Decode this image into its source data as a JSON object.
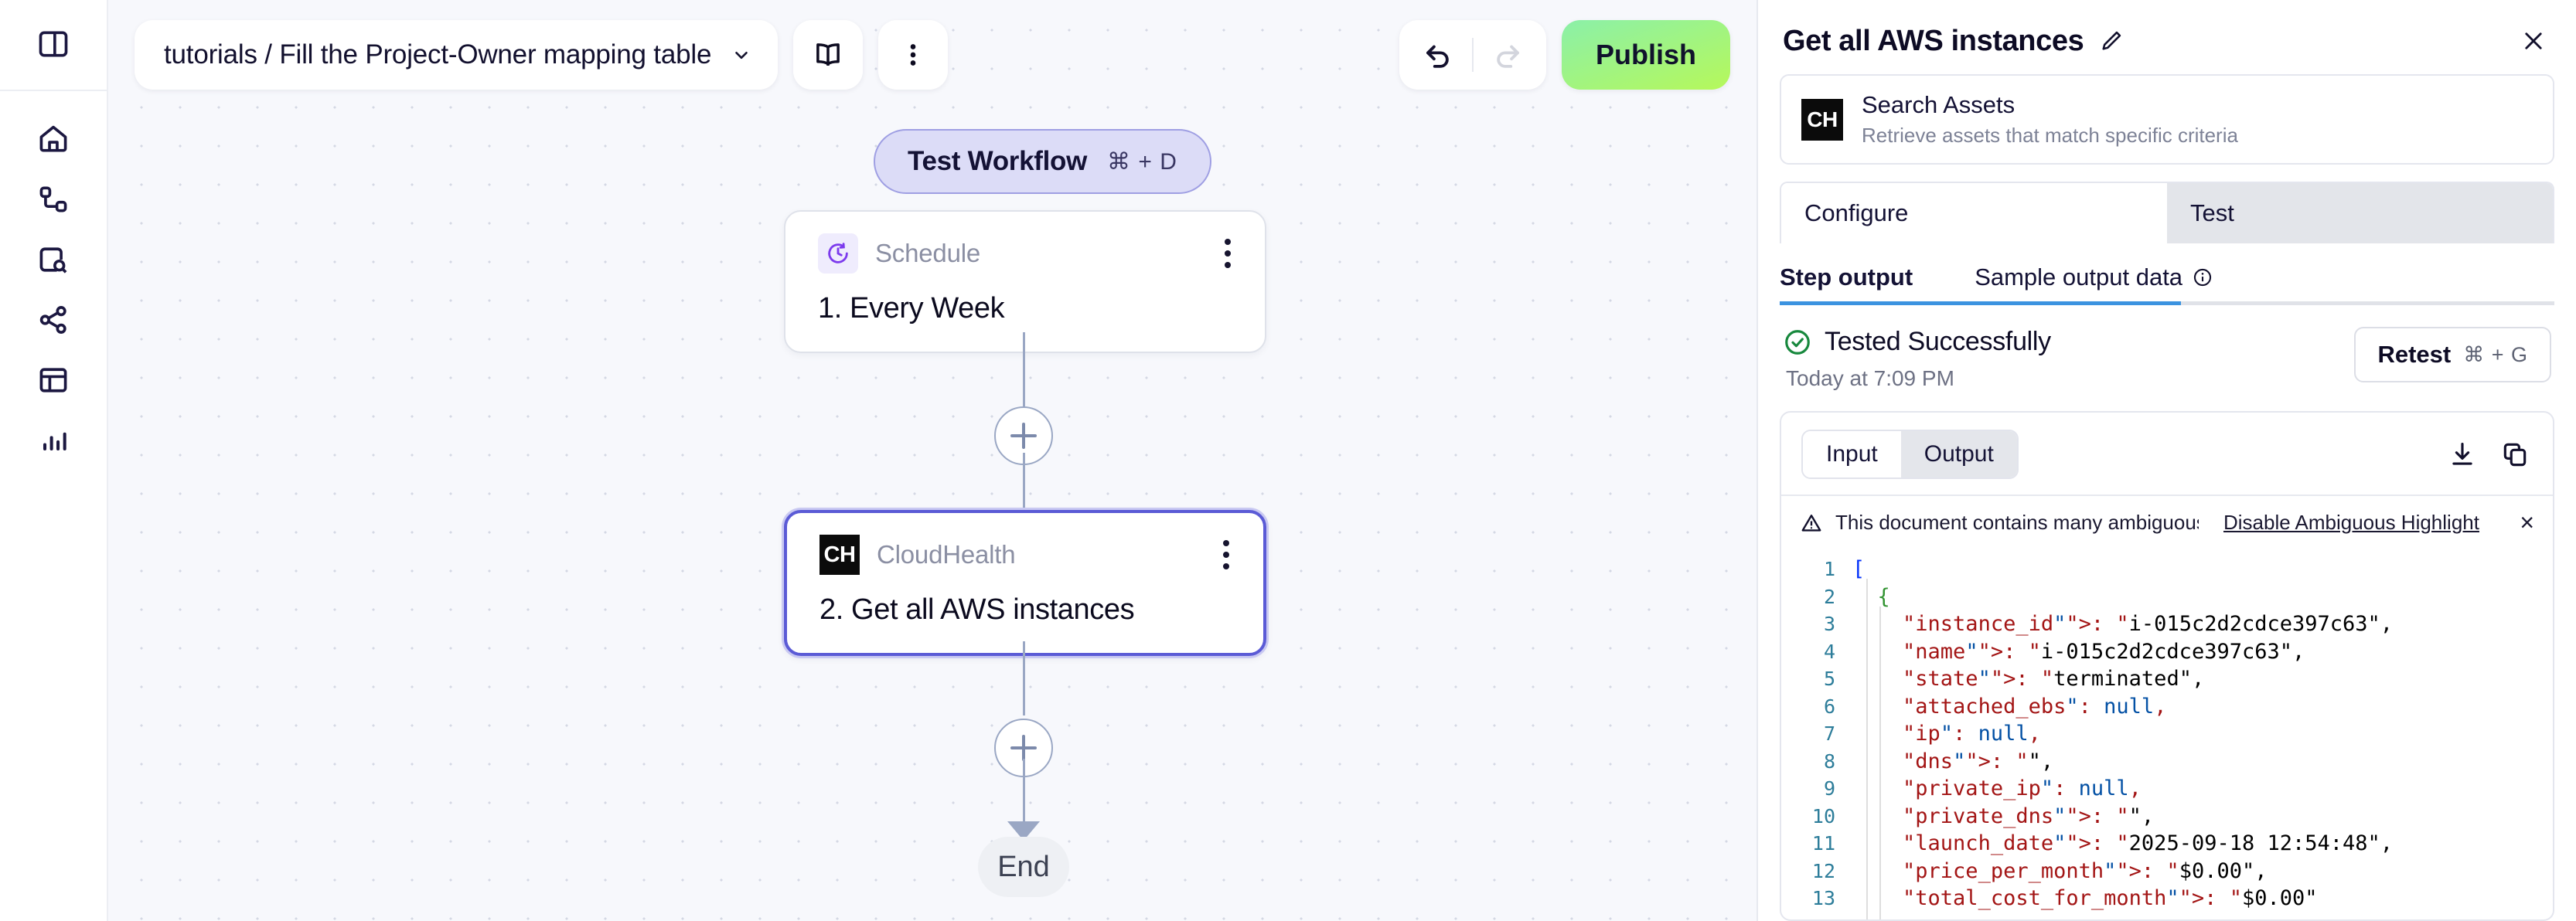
{
  "sidebar": {
    "toggle_icon": "panel-toggle-icon",
    "items": [
      {
        "name": "home",
        "icon": "home-icon"
      },
      {
        "name": "workflows",
        "icon": "nodes-icon"
      },
      {
        "name": "search-assets",
        "icon": "search-box-icon"
      },
      {
        "name": "share",
        "icon": "share-icon"
      },
      {
        "name": "tables",
        "icon": "table-icon"
      },
      {
        "name": "analytics",
        "icon": "bar-chart-icon"
      }
    ]
  },
  "toolbar": {
    "breadcrumb": "tutorials / Fill the Project-Owner mapping table",
    "chevron_icon": "chevron-down-icon",
    "book_icon": "book-icon",
    "more_icon": "more-vertical-icon",
    "undo_icon": "undo-icon",
    "redo_icon": "redo-icon",
    "publish_label": "Publish",
    "publish_color": "#b6f85a"
  },
  "canvas": {
    "test_workflow": {
      "label": "Test Workflow",
      "shortcut": "⌘ + D",
      "bg": "#dcdcf7",
      "border": "#9f9fe3"
    },
    "nodes": [
      {
        "app": "Schedule",
        "title": "1. Every Week",
        "icon": "clock-schedule-icon",
        "menu_icon": "more-vertical-icon",
        "selected": false
      },
      {
        "app": "CloudHealth",
        "title": "2. Get all AWS instances",
        "icon": "CH",
        "menu_icon": "more-vertical-icon",
        "selected": true
      }
    ],
    "add_icon": "plus-icon",
    "end_label": "End"
  },
  "panel": {
    "title": "Get all AWS instances",
    "edit_icon": "pencil-icon",
    "close_icon": "close-icon",
    "action": {
      "logo": "CH",
      "name": "Search Assets",
      "description": "Retrieve assets that match specific criteria"
    },
    "tabs": [
      {
        "label": "Configure",
        "active": false
      },
      {
        "label": "Test",
        "active": true
      }
    ],
    "subtabs": [
      {
        "label": "Step output",
        "active": true
      },
      {
        "label": "Sample output data",
        "active": false,
        "info_icon": "info-icon"
      }
    ],
    "status": {
      "icon": "check-circle-icon",
      "text": "Tested Successfully",
      "timestamp": "Today at 7:09 PM",
      "color": "#17883d"
    },
    "retest": {
      "label": "Retest",
      "shortcut": "⌘ + G"
    },
    "io_toggle": [
      {
        "label": "Input",
        "active": false
      },
      {
        "label": "Output",
        "active": true
      }
    ],
    "download_icon": "download-icon",
    "copy_icon": "copy-icon",
    "warning": {
      "icon": "warning-triangle-icon",
      "text": "This document contains many ambiguous unic",
      "link": "Disable Ambiguous Highlight",
      "close": "×"
    },
    "accent_color": "#3b93e0"
  },
  "code": {
    "lines": [
      {
        "n": "1",
        "t": "["
      },
      {
        "n": "2",
        "t": "  {"
      },
      {
        "n": "3",
        "t": "    \"instance_id\": \"i-015c2d2cdce397c63\","
      },
      {
        "n": "4",
        "t": "    \"name\": \"i-015c2d2cdce397c63\","
      },
      {
        "n": "5",
        "t": "    \"state\": \"terminated\","
      },
      {
        "n": "6",
        "t": "    \"attached_ebs\": null,"
      },
      {
        "n": "7",
        "t": "    \"ip\": null,"
      },
      {
        "n": "8",
        "t": "    \"dns\": \"\","
      },
      {
        "n": "9",
        "t": "    \"private_ip\": null,"
      },
      {
        "n": "10",
        "t": "    \"private_dns\": \"\","
      },
      {
        "n": "11",
        "t": "    \"launch_date\": \"2025-09-18 12:54:48\","
      },
      {
        "n": "12",
        "t": "    \"price_per_month\": \"$0.00\","
      },
      {
        "n": "13",
        "t": "    \"total_cost_for_month\": \"$0.00\""
      }
    ]
  }
}
